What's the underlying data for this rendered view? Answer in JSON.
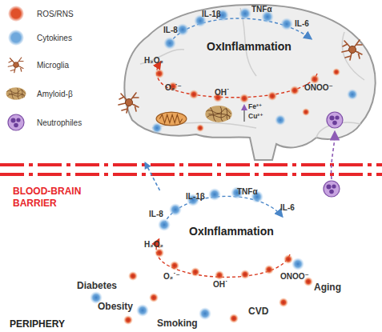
{
  "diagram": {
    "nodes": [
      {
        "text": [
          "OxInflammation",
          "IL-1β",
          "TNFα",
          "IL-6",
          "IL-8",
          "H₂O₂",
          "O₂˙⁻",
          "OH˙",
          "ONOO⁻",
          "Fe²⁺",
          "Cu²⁺"
        ]
      },
      {
        "text": [
          "OxInflammation",
          "IL-1β",
          "TNFα",
          "IL-6",
          "IL-8",
          "H₂O₂",
          "O₂˙⁻",
          "OH˙",
          "ONOO⁻"
        ]
      }
    ],
    "edges": [
      {
        "from": 1,
        "to": 0,
        "arrow": "to"
      }
    ],
    "labels": [
      "BLOOD-BRAIN BARRIER",
      "Diabetes",
      "Obesity",
      "Smoking",
      "CVD",
      "Aging",
      "PERIPHERY"
    ],
    "legend": [
      {
        "text": "ROS/RNS",
        "color": "#e0502a"
      },
      {
        "text": "Cytokines",
        "color": "#6fa8dc"
      },
      {
        "text": "Microglia"
      },
      {
        "text": "Amyloid-β"
      },
      {
        "text": "Neutrophiles"
      }
    ]
  }
}
